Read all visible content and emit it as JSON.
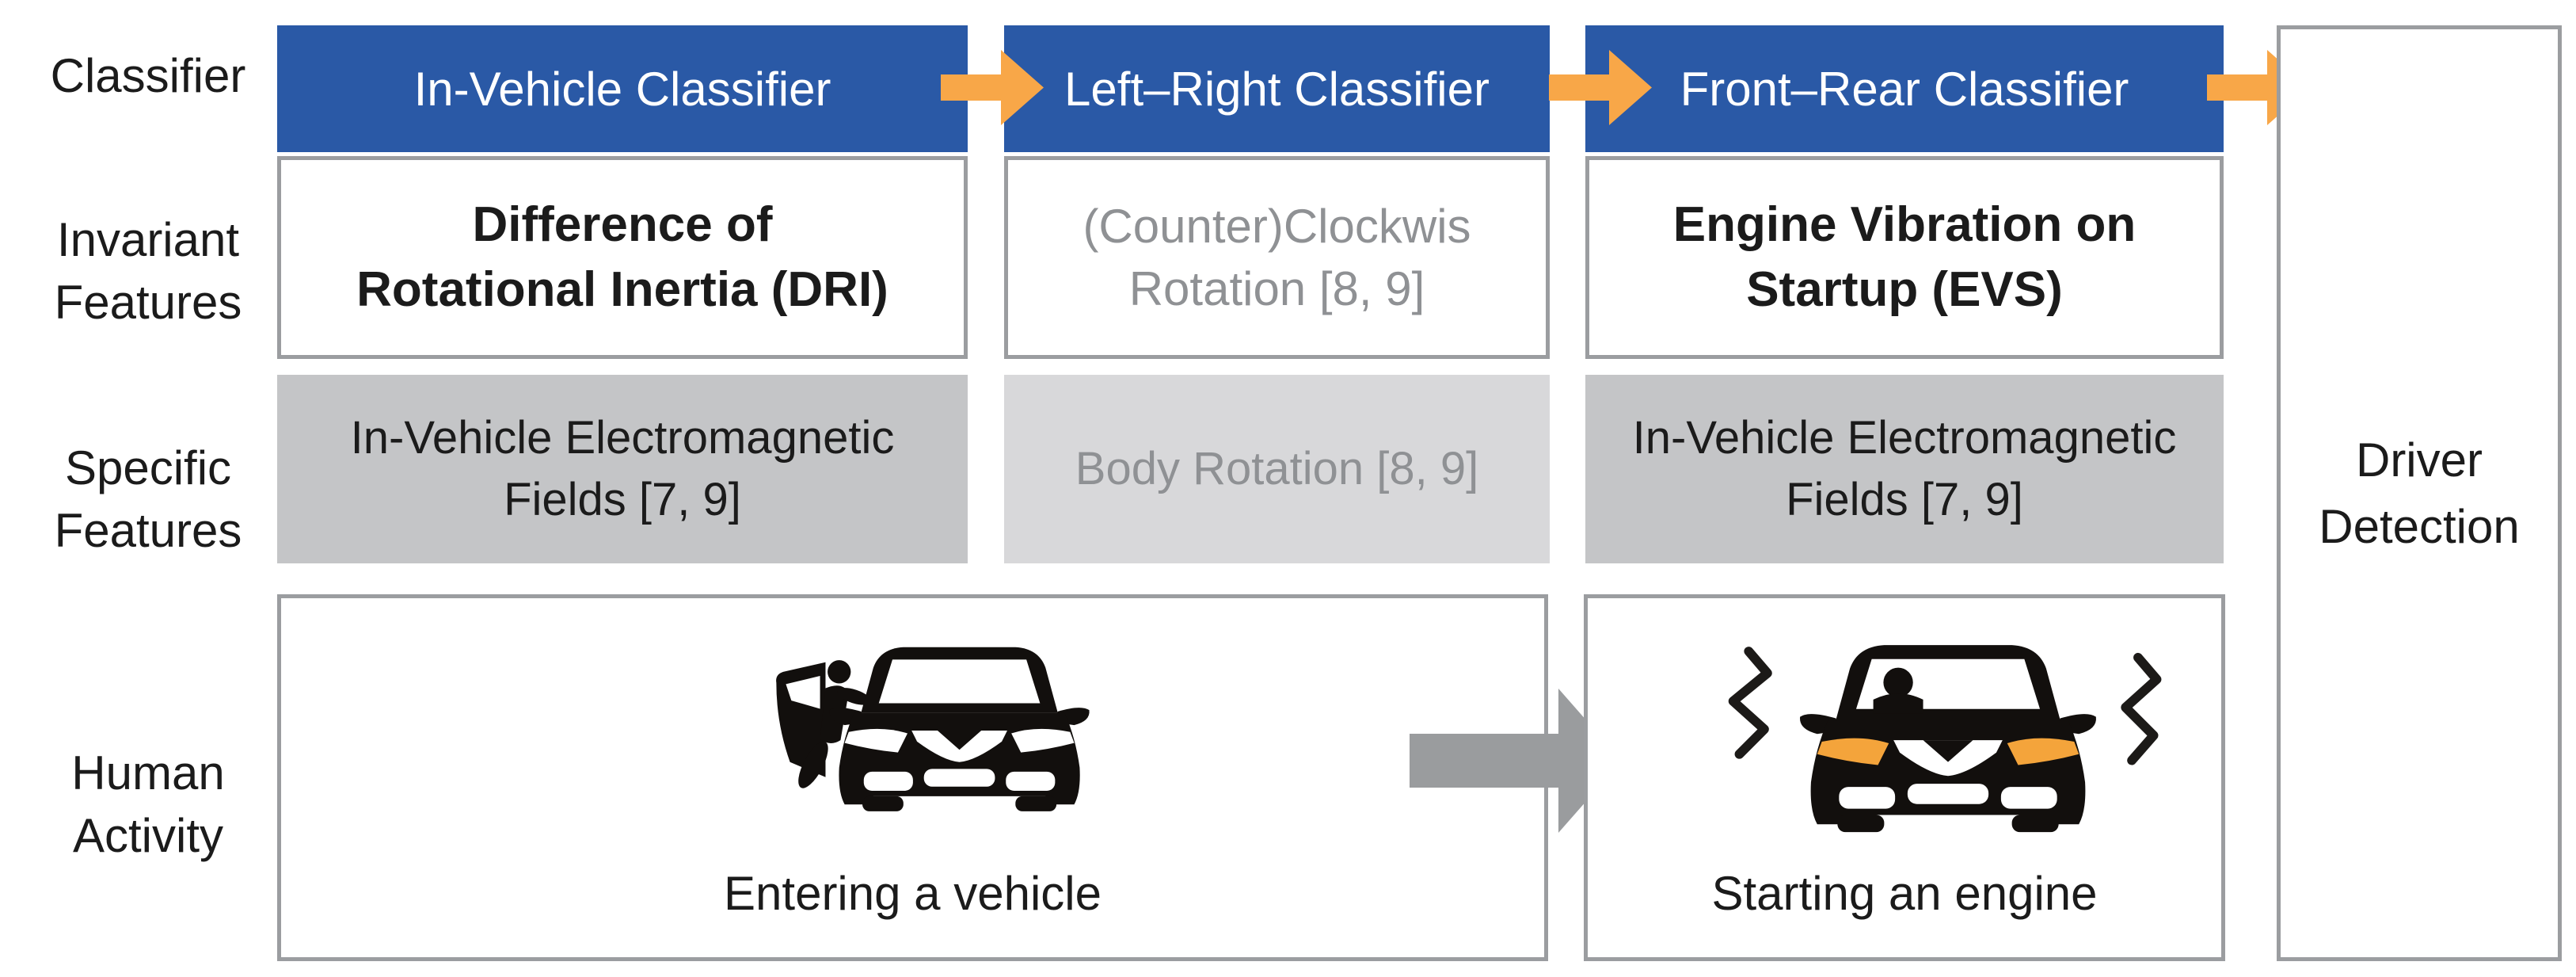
{
  "rows": [
    {
      "text": "Classifier"
    },
    {
      "text": "Invariant\nFeatures"
    },
    {
      "text": "Specific\nFeatures"
    },
    {
      "text": "Human\nActivity"
    }
  ],
  "columns": [
    {
      "header": "In-Vehicle Classifier",
      "invariant": "Difference of\nRotational Inertia (DRI)",
      "specific": "In-Vehicle Electromagnetic\nFields [7, 9]"
    },
    {
      "header": "Left–Right Classifier",
      "invariant": "(Counter)Clockwis\nRotation [8, 9]",
      "specific": "Body Rotation [8, 9]"
    },
    {
      "header": "Front–Rear Classifier",
      "invariant": "Engine Vibration on\nStartup (EVS)",
      "specific": "In-Vehicle Electromagnetic\nFields [7, 9]"
    }
  ],
  "activities": [
    {
      "caption": "Entering a vehicle"
    },
    {
      "caption": "Starting an engine"
    }
  ],
  "output": {
    "text": "Driver\nDetection"
  },
  "icons": {
    "flow_arrow": "orange-right-arrow",
    "transition_arrow": "gray-right-arrow",
    "car_entering": "car-front-open-door-person",
    "car_starting": "car-front-headlights-on-vibration"
  },
  "colors": {
    "header_blue": "#2a59a6",
    "arrow_orange": "#f8a748",
    "arrow_gray": "#9a9c9e",
    "box_border": "#9b9da0",
    "specific_dark_bg": "#c4c5c7",
    "specific_light_bg": "#d8d8da",
    "muted_text": "#8f9194",
    "headlight_amber": "#f4a43b",
    "ink_black": "#120f0d"
  }
}
